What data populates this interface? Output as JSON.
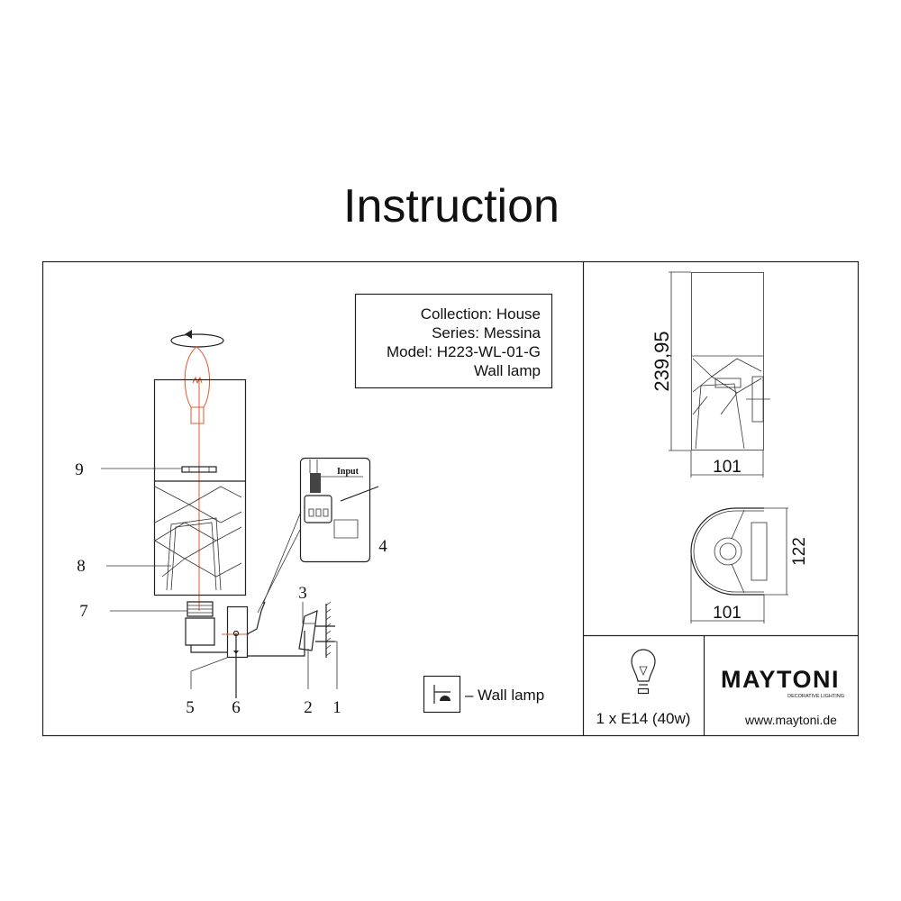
{
  "title": "Instruction",
  "info_box": {
    "collection": "Collection: House",
    "series": "Series: Messina",
    "model": "Model: H223-WL-01-G",
    "type": "Wall lamp"
  },
  "assembly": {
    "callouts": [
      "1",
      "2",
      "3",
      "4",
      "5",
      "6",
      "7",
      "8",
      "9"
    ],
    "inset_label": "Input"
  },
  "legend": {
    "icon": "wall-lamp-symbol",
    "text": "– Wall lamp"
  },
  "dimensions": {
    "height": "239,95",
    "front_width": "101",
    "depth": "122",
    "top_width": "101"
  },
  "bulb": {
    "icon": "light-bulb-icon",
    "spec": "1 x E14 (40w)"
  },
  "brand": {
    "logo_text": "MAYTONI",
    "tagline": "DECORATIVE LIGHTING",
    "website": "www.maytoni.de"
  },
  "colors": {
    "line": "#222222",
    "highlight": "#e8552e"
  }
}
